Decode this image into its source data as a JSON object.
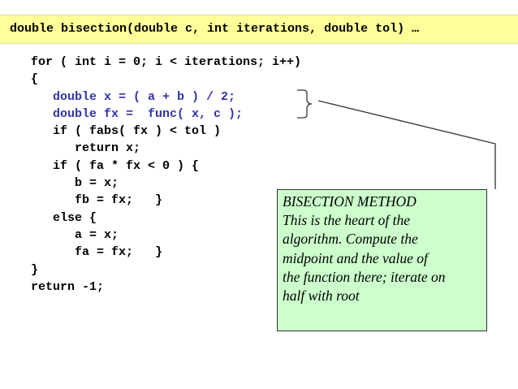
{
  "header": {
    "signature": "double bisection(double c, int iterations, double tol) …"
  },
  "code_lines": [
    {
      "text": "for ( int i = 0; i < iterations; i++)",
      "highlight": false
    },
    {
      "text": "{",
      "highlight": false
    },
    {
      "text": "   double x = ( a + b ) / 2;",
      "highlight": true
    },
    {
      "text": "   double fx =  func( x, c );",
      "highlight": true
    },
    {
      "text": "   if ( fabs( fx ) < tol )",
      "highlight": false
    },
    {
      "text": "      return x;",
      "highlight": false
    },
    {
      "text": "   if ( fa * fx < 0 ) {",
      "highlight": false
    },
    {
      "text": "      b = x;",
      "highlight": false
    },
    {
      "text": "      fb = fx;   }",
      "highlight": false
    },
    {
      "text": "   else {",
      "highlight": false
    },
    {
      "text": "      a = x;",
      "highlight": false
    },
    {
      "text": "      fa = fx;   }",
      "highlight": false
    },
    {
      "text": "}",
      "highlight": false
    },
    {
      "text": "return -1;",
      "highlight": false
    }
  ],
  "callout": {
    "lines": [
      "BISECTION METHOD",
      "This is the heart of the",
      "algorithm. Compute the",
      "midpoint and the value of",
      "the function there; iterate on",
      "half with root"
    ]
  },
  "colors": {
    "header_band": "#ffff99",
    "highlight_code": "#3333aa",
    "callout_background": "#ccffcc"
  }
}
